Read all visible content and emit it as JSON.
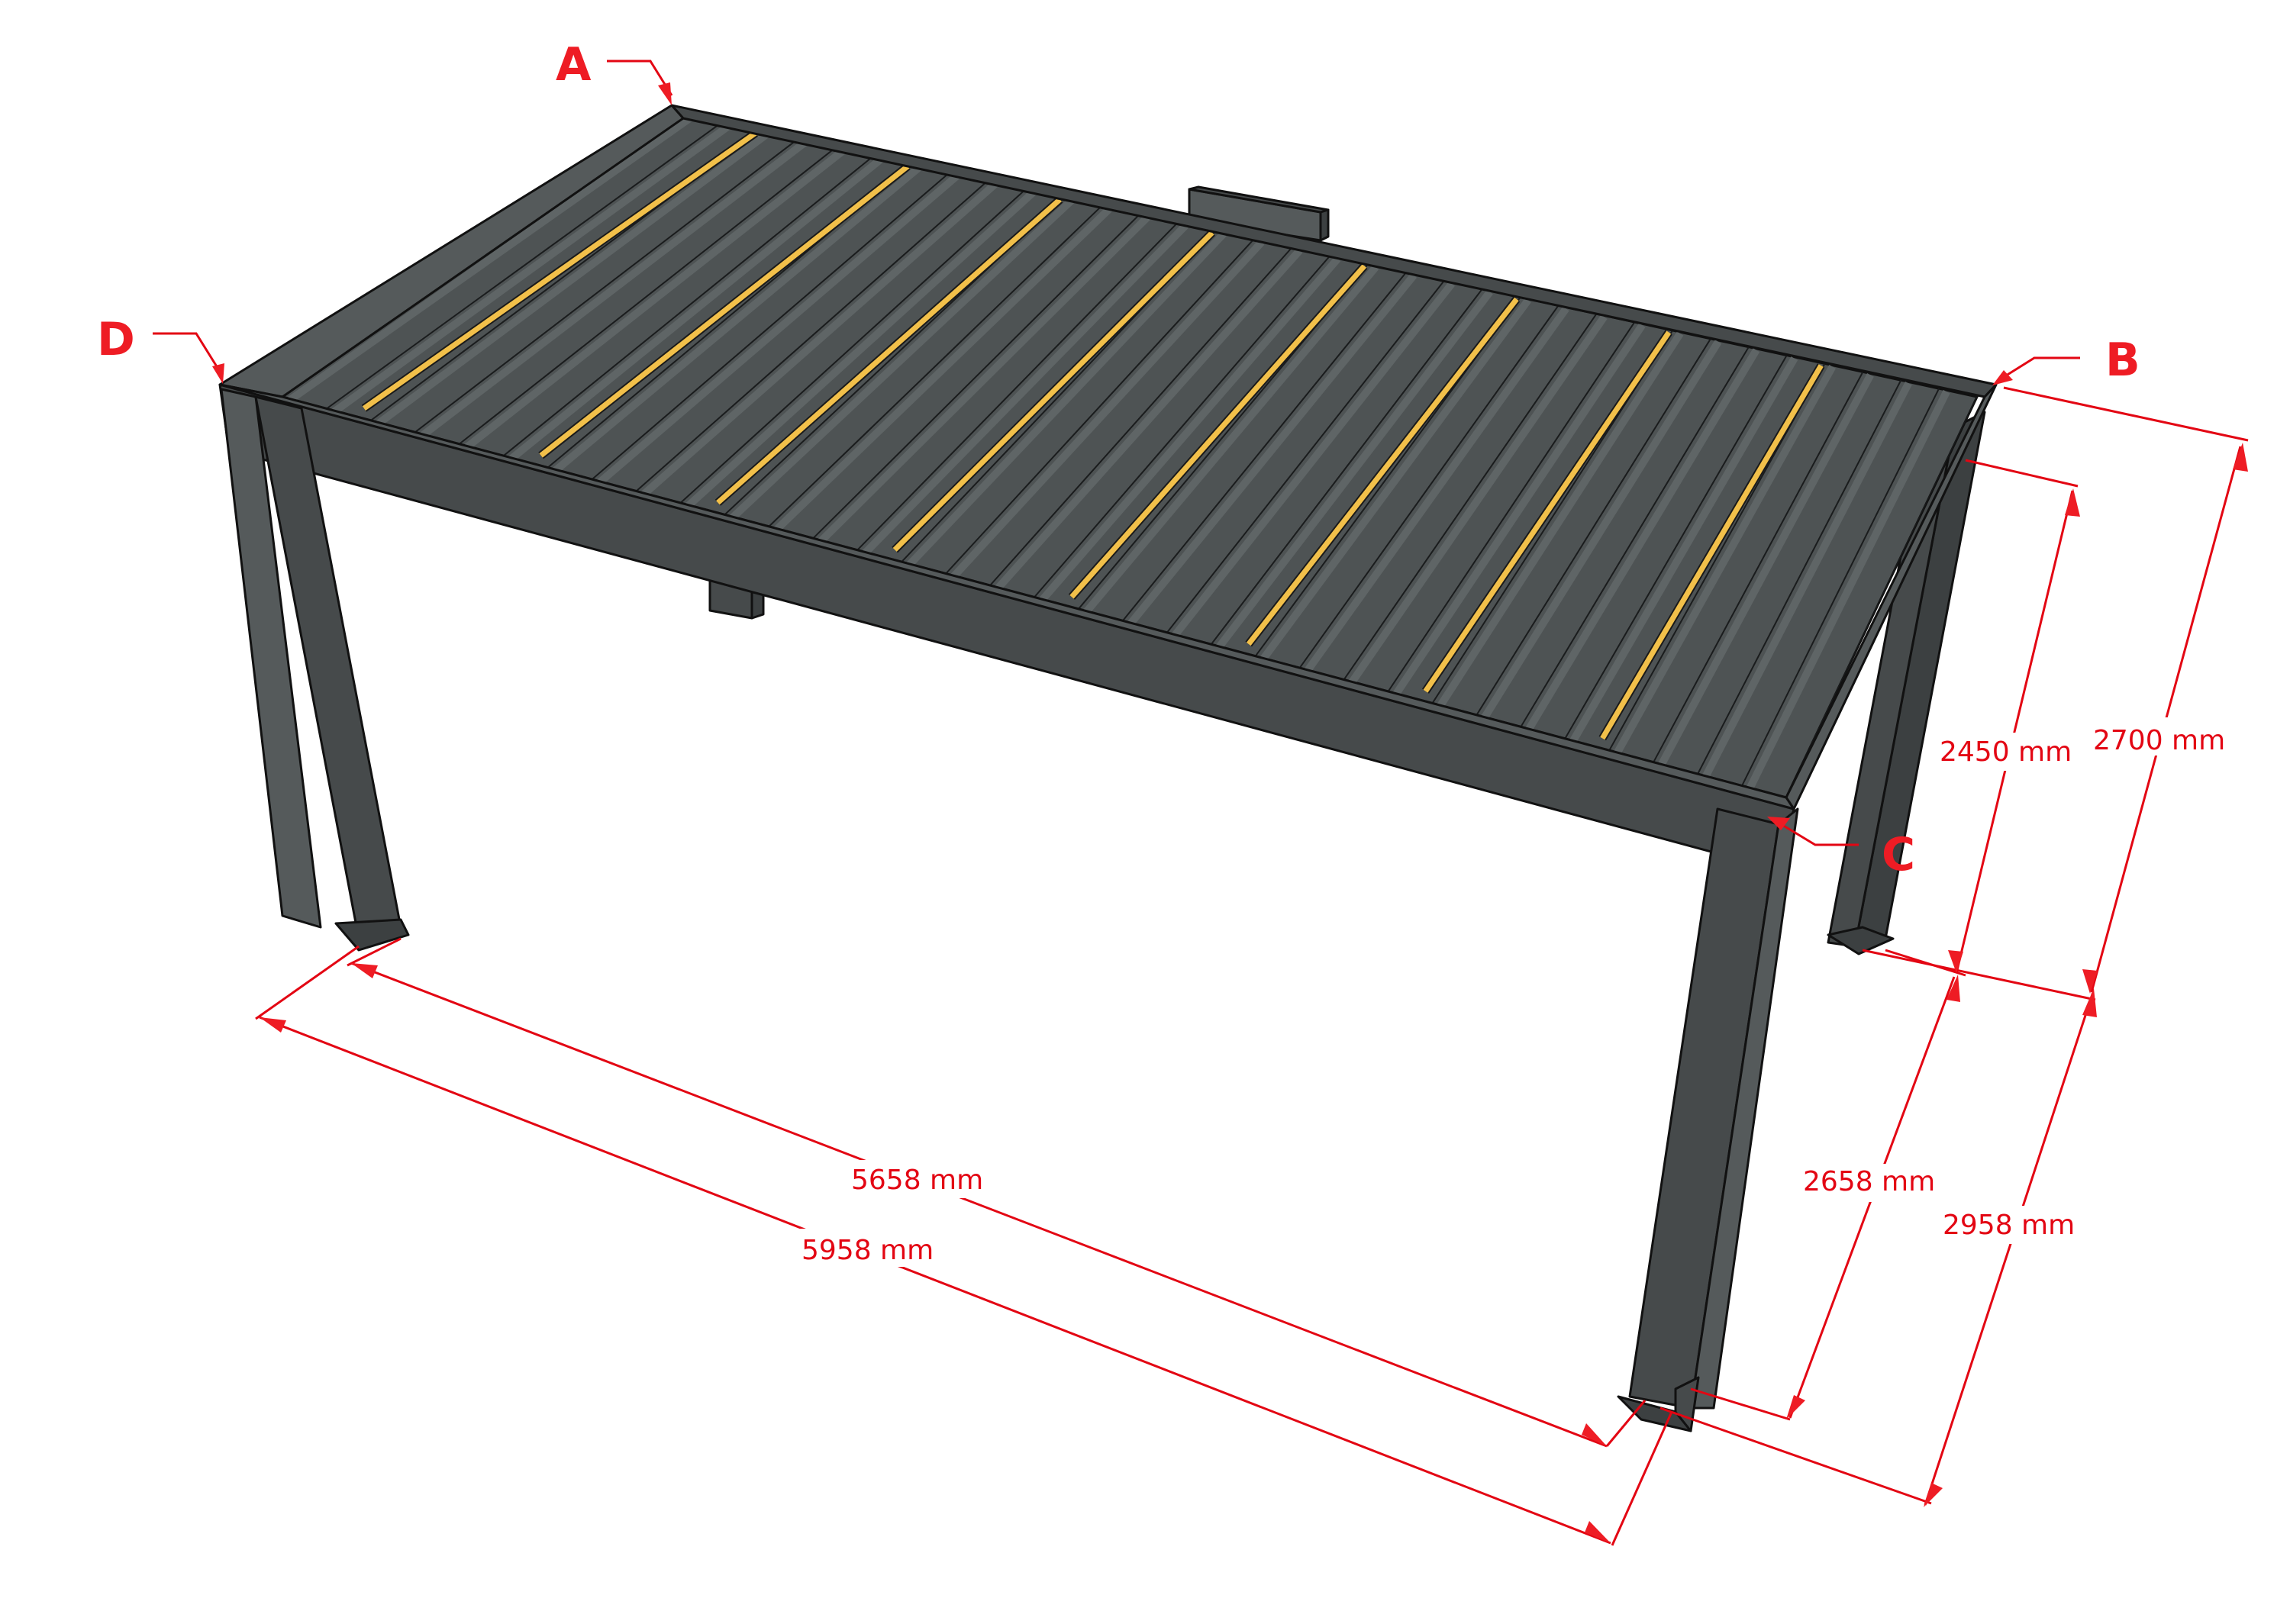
{
  "diagram": {
    "subject": "Louvered aluminium pergola with LED strips",
    "colors": {
      "frame": "#464a4b",
      "roof": "#4e5354",
      "led": "#f2c04a",
      "annotation": "#e30613",
      "corner_label": "#ee1c24",
      "background": "#ffffff"
    },
    "corner_labels": {
      "a": "A",
      "b": "B",
      "c": "C",
      "d": "D"
    },
    "dimensions": {
      "length_inner": "5658 mm",
      "length_outer": "5958 mm",
      "width_inner": "2658 mm",
      "width_outer": "2958 mm",
      "height_inner": "2450 mm",
      "height_outer": "2700 mm"
    },
    "roof": {
      "slat_count": 34,
      "led_strip_count": 8
    }
  }
}
